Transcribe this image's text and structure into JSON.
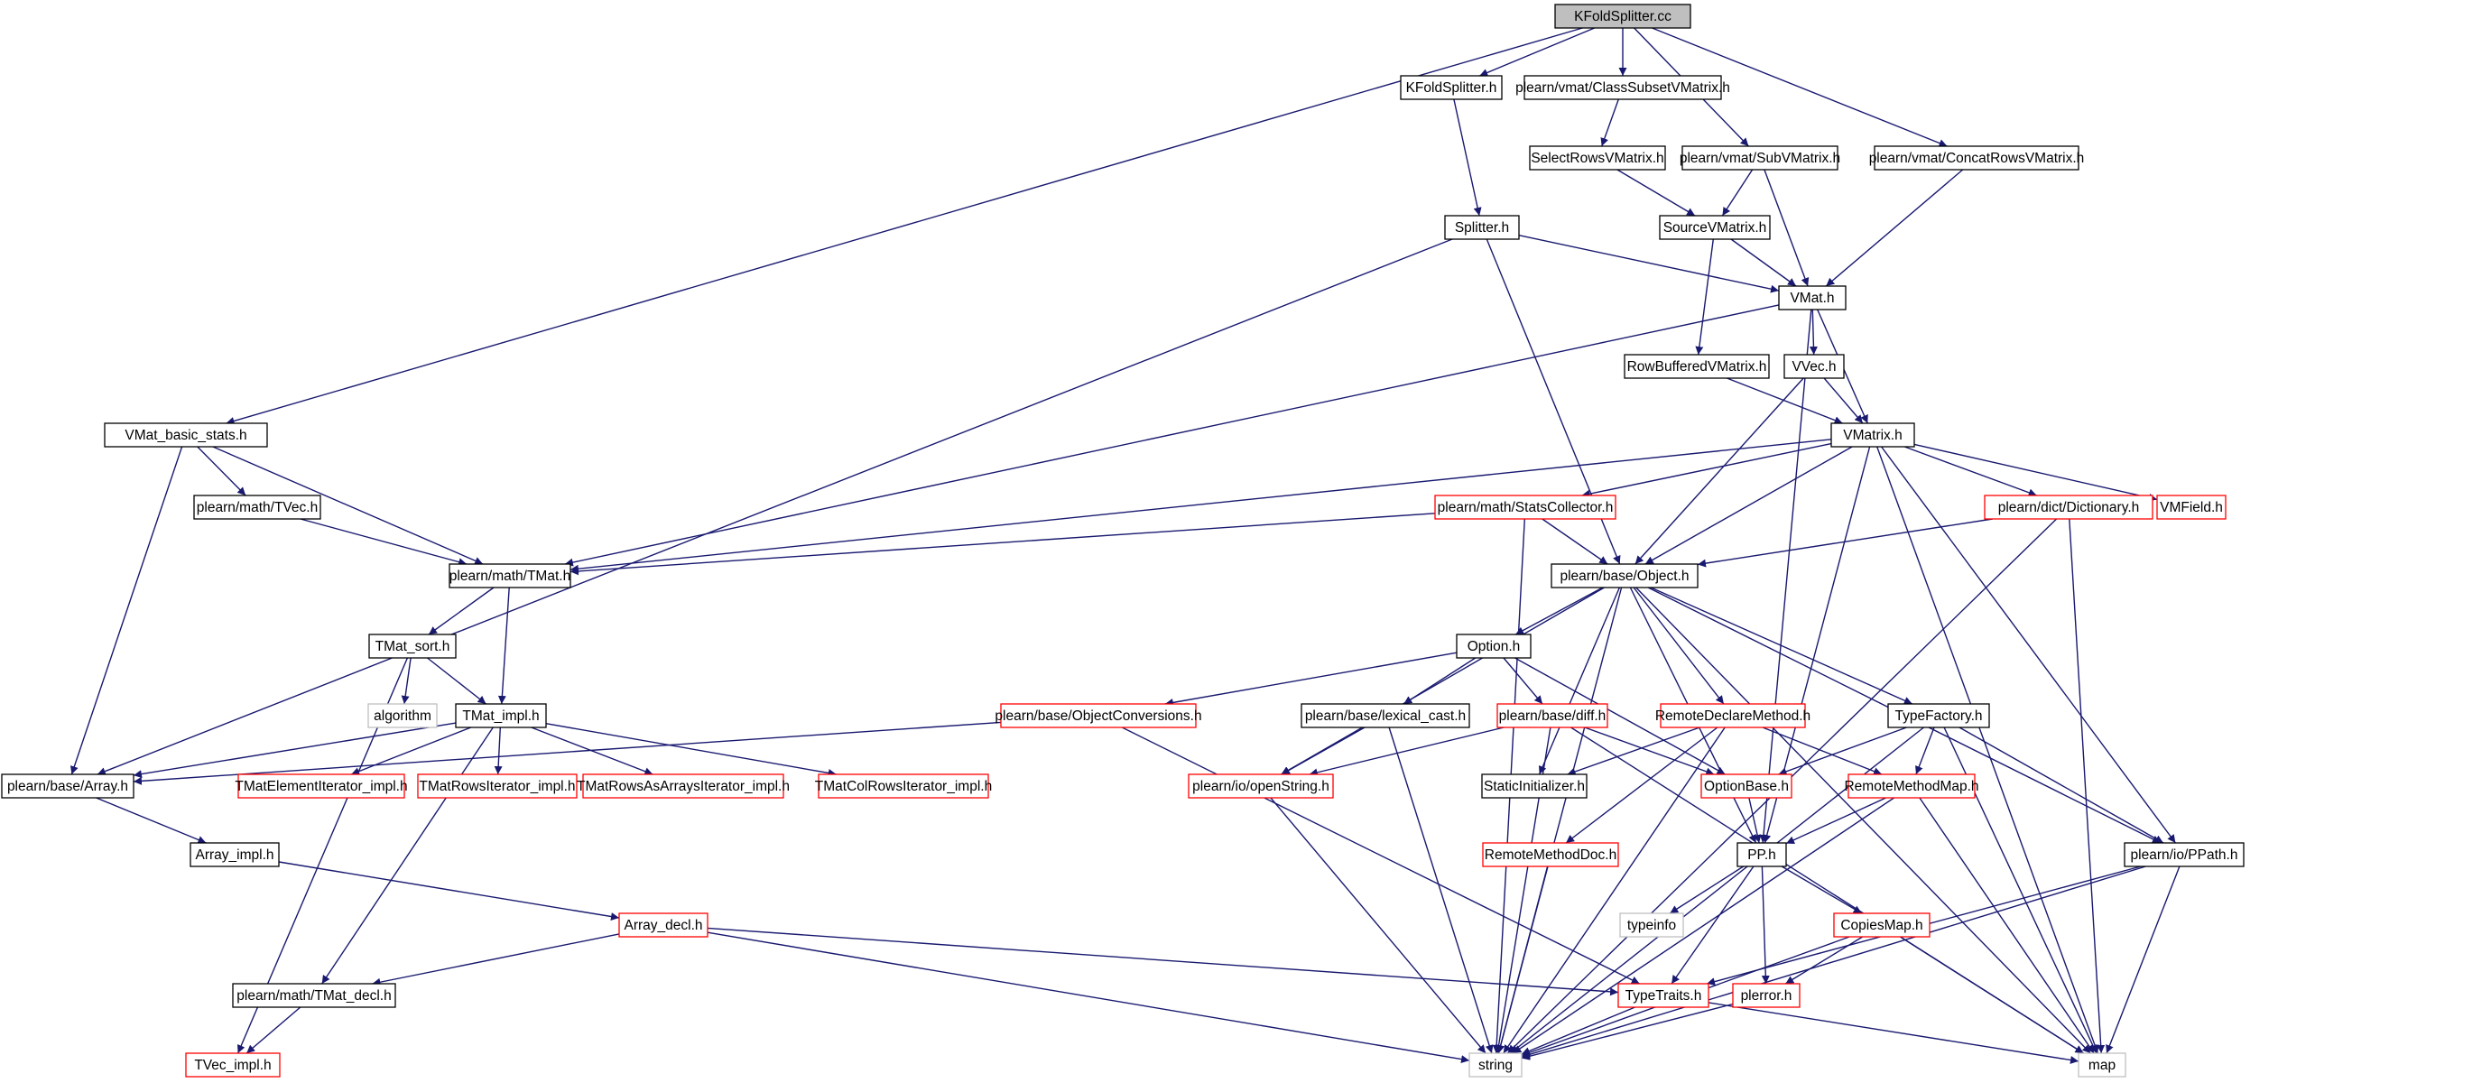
{
  "colors": {
    "edge": "#191970",
    "node_border": "#000000",
    "node_red": "#ff0000",
    "node_gray": "#bfbfbf",
    "root_fill": "#bfbfbf",
    "text": "#000000"
  },
  "nodes": [
    {
      "id": "root",
      "label": "KFoldSplitter.cc",
      "style": "root"
    },
    {
      "id": "kfold_h",
      "label": "KFoldSplitter.h",
      "style": "black"
    },
    {
      "id": "class_subset",
      "label": "plearn/vmat/ClassSubsetVMatrix.h",
      "style": "black"
    },
    {
      "id": "select_rows",
      "label": "SelectRowsVMatrix.h",
      "style": "black"
    },
    {
      "id": "sub_vmatrix",
      "label": "plearn/vmat/SubVMatrix.h",
      "style": "black"
    },
    {
      "id": "concat_rows",
      "label": "plearn/vmat/ConcatRowsVMatrix.h",
      "style": "black"
    },
    {
      "id": "splitter_h",
      "label": "Splitter.h",
      "style": "black"
    },
    {
      "id": "source_vmatrix",
      "label": "SourceVMatrix.h",
      "style": "black"
    },
    {
      "id": "vmat_h",
      "label": "VMat.h",
      "style": "black"
    },
    {
      "id": "rowbuffered",
      "label": "RowBufferedVMatrix.h",
      "style": "black"
    },
    {
      "id": "vvec",
      "label": "VVec.h",
      "style": "black"
    },
    {
      "id": "vmat_basic",
      "label": "VMat_basic_stats.h",
      "style": "black"
    },
    {
      "id": "vmatrix",
      "label": "VMatrix.h",
      "style": "black"
    },
    {
      "id": "tvec",
      "label": "plearn/math/TVec.h",
      "style": "black"
    },
    {
      "id": "statscol",
      "label": "plearn/math/StatsCollector.h",
      "style": "red"
    },
    {
      "id": "dictionary",
      "label": "plearn/dict/Dictionary.h",
      "style": "red"
    },
    {
      "id": "vmfield",
      "label": "VMField.h",
      "style": "red"
    },
    {
      "id": "tmat",
      "label": "plearn/math/TMat.h",
      "style": "black"
    },
    {
      "id": "object",
      "label": "plearn/base/Object.h",
      "style": "black"
    },
    {
      "id": "tmat_sort",
      "label": "TMat_sort.h",
      "style": "black"
    },
    {
      "id": "option",
      "label": "Option.h",
      "style": "black"
    },
    {
      "id": "algorithm",
      "label": "algorithm",
      "style": "gray"
    },
    {
      "id": "tmat_impl",
      "label": "TMat_impl.h",
      "style": "black"
    },
    {
      "id": "objconv",
      "label": "plearn/base/ObjectConversions.h",
      "style": "red"
    },
    {
      "id": "lexical",
      "label": "plearn/base/lexical_cast.h",
      "style": "black"
    },
    {
      "id": "diff",
      "label": "plearn/base/diff.h",
      "style": "red"
    },
    {
      "id": "remotedecl",
      "label": "RemoteDeclareMethod.h",
      "style": "red"
    },
    {
      "id": "typefactory",
      "label": "TypeFactory.h",
      "style": "black"
    },
    {
      "id": "array_h",
      "label": "plearn/base/Array.h",
      "style": "black"
    },
    {
      "id": "tmat_elem",
      "label": "TMatElementIterator_impl.h",
      "style": "red"
    },
    {
      "id": "tmat_rows",
      "label": "TMatRowsIterator_impl.h",
      "style": "red"
    },
    {
      "id": "tmat_rowsarr",
      "label": "TMatRowsAsArraysIterator_impl.h",
      "style": "red"
    },
    {
      "id": "tmat_col",
      "label": "TMatColRowsIterator_impl.h",
      "style": "red"
    },
    {
      "id": "openstring",
      "label": "plearn/io/openString.h",
      "style": "red"
    },
    {
      "id": "staticinit",
      "label": "StaticInitializer.h",
      "style": "black"
    },
    {
      "id": "optionbase",
      "label": "OptionBase.h",
      "style": "red"
    },
    {
      "id": "remotemap",
      "label": "RemoteMethodMap.h",
      "style": "red"
    },
    {
      "id": "array_impl",
      "label": "Array_impl.h",
      "style": "black"
    },
    {
      "id": "remotedoc",
      "label": "RemoteMethodDoc.h",
      "style": "red"
    },
    {
      "id": "pp",
      "label": "PP.h",
      "style": "black"
    },
    {
      "id": "ppath",
      "label": "plearn/io/PPath.h",
      "style": "black"
    },
    {
      "id": "typeinfo",
      "label": "typeinfo",
      "style": "gray"
    },
    {
      "id": "copiesmap",
      "label": "CopiesMap.h",
      "style": "red"
    },
    {
      "id": "array_decl",
      "label": "Array_decl.h",
      "style": "red"
    },
    {
      "id": "tmat_decl",
      "label": "plearn/math/TMat_decl.h",
      "style": "black"
    },
    {
      "id": "typetraits",
      "label": "TypeTraits.h",
      "style": "red"
    },
    {
      "id": "plerror",
      "label": "plerror.h",
      "style": "red"
    },
    {
      "id": "tvec_impl",
      "label": "TVec_impl.h",
      "style": "red"
    },
    {
      "id": "string",
      "label": "string",
      "style": "gray"
    },
    {
      "id": "map",
      "label": "map",
      "style": "gray"
    }
  ],
  "edges": [
    [
      "root",
      "kfold_h"
    ],
    [
      "root",
      "class_subset"
    ],
    [
      "root",
      "sub_vmatrix"
    ],
    [
      "root",
      "concat_rows"
    ],
    [
      "root",
      "vmat_basic"
    ],
    [
      "kfold_h",
      "splitter_h"
    ],
    [
      "class_subset",
      "select_rows"
    ],
    [
      "select_rows",
      "source_vmatrix"
    ],
    [
      "sub_vmatrix",
      "source_vmatrix"
    ],
    [
      "sub_vmatrix",
      "vmat_h"
    ],
    [
      "concat_rows",
      "vmat_h"
    ],
    [
      "splitter_h",
      "vmat_h"
    ],
    [
      "splitter_h",
      "array_h"
    ],
    [
      "splitter_h",
      "object"
    ],
    [
      "source_vmatrix",
      "vmat_h"
    ],
    [
      "source_vmatrix",
      "rowbuffered"
    ],
    [
      "vmat_h",
      "vvec"
    ],
    [
      "vmat_h",
      "vmatrix"
    ],
    [
      "vmat_h",
      "tmat"
    ],
    [
      "vmat_h",
      "pp"
    ],
    [
      "rowbuffered",
      "vmatrix"
    ],
    [
      "vvec",
      "vmatrix"
    ],
    [
      "vvec",
      "object"
    ],
    [
      "vmat_basic",
      "tvec"
    ],
    [
      "vmat_basic",
      "tmat"
    ],
    [
      "vmat_basic",
      "array_h"
    ],
    [
      "vmatrix",
      "statscol"
    ],
    [
      "vmatrix",
      "dictionary"
    ],
    [
      "vmatrix",
      "vmfield"
    ],
    [
      "vmatrix",
      "tmat"
    ],
    [
      "vmatrix",
      "object"
    ],
    [
      "vmatrix",
      "pp"
    ],
    [
      "vmatrix",
      "ppath"
    ],
    [
      "vmatrix",
      "map"
    ],
    [
      "tvec",
      "tmat"
    ],
    [
      "statscol",
      "object"
    ],
    [
      "statscol",
      "tmat"
    ],
    [
      "statscol",
      "string"
    ],
    [
      "dictionary",
      "object"
    ],
    [
      "dictionary",
      "string"
    ],
    [
      "dictionary",
      "map"
    ],
    [
      "tmat",
      "tmat_sort"
    ],
    [
      "tmat",
      "tmat_impl"
    ],
    [
      "object",
      "option"
    ],
    [
      "object",
      "openstring"
    ],
    [
      "object",
      "remotedecl"
    ],
    [
      "object",
      "typefactory"
    ],
    [
      "object",
      "staticinit"
    ],
    [
      "object",
      "ppath"
    ],
    [
      "object",
      "pp"
    ],
    [
      "object",
      "string"
    ],
    [
      "object",
      "map"
    ],
    [
      "tmat_sort",
      "algorithm"
    ],
    [
      "tmat_sort",
      "tmat_impl"
    ],
    [
      "tmat_sort",
      "tvec_impl"
    ],
    [
      "option",
      "objconv"
    ],
    [
      "option",
      "lexical"
    ],
    [
      "option",
      "diff"
    ],
    [
      "option",
      "optionbase"
    ],
    [
      "tmat_impl",
      "tmat_elem"
    ],
    [
      "tmat_impl",
      "tmat_rows"
    ],
    [
      "tmat_impl",
      "tmat_rowsarr"
    ],
    [
      "tmat_impl",
      "tmat_col"
    ],
    [
      "tmat_impl",
      "array_h"
    ],
    [
      "tmat_impl",
      "tmat_decl"
    ],
    [
      "objconv",
      "array_h"
    ],
    [
      "objconv",
      "typetraits"
    ],
    [
      "lexical",
      "openstring"
    ],
    [
      "lexical",
      "string"
    ],
    [
      "diff",
      "openstring"
    ],
    [
      "diff",
      "optionbase"
    ],
    [
      "diff",
      "string"
    ],
    [
      "diff",
      "map"
    ],
    [
      "remotedecl",
      "staticinit"
    ],
    [
      "remotedecl",
      "remotemap"
    ],
    [
      "remotedecl",
      "remotedoc"
    ],
    [
      "remotedecl",
      "string"
    ],
    [
      "typefactory",
      "optionbase"
    ],
    [
      "typefactory",
      "remotemap"
    ],
    [
      "typefactory",
      "ppath"
    ],
    [
      "typefactory",
      "map"
    ],
    [
      "typefactory",
      "string"
    ],
    [
      "array_h",
      "array_impl"
    ],
    [
      "openstring",
      "string"
    ],
    [
      "optionbase",
      "pp"
    ],
    [
      "remotemap",
      "pp"
    ],
    [
      "remotemap",
      "map"
    ],
    [
      "remotemap",
      "string"
    ],
    [
      "array_impl",
      "array_decl"
    ],
    [
      "remotedoc",
      "string"
    ],
    [
      "pp",
      "typeinfo"
    ],
    [
      "pp",
      "copiesmap"
    ],
    [
      "pp",
      "typetraits"
    ],
    [
      "pp",
      "plerror"
    ],
    [
      "ppath",
      "typetraits"
    ],
    [
      "ppath",
      "string"
    ],
    [
      "ppath",
      "map"
    ],
    [
      "copiesmap",
      "plerror"
    ],
    [
      "copiesmap",
      "map"
    ],
    [
      "copiesmap",
      "string"
    ],
    [
      "array_decl",
      "tmat_decl"
    ],
    [
      "array_decl",
      "typetraits"
    ],
    [
      "array_decl",
      "string"
    ],
    [
      "tmat_decl",
      "tvec_impl"
    ],
    [
      "typetraits",
      "string"
    ],
    [
      "typetraits",
      "map"
    ],
    [
      "plerror",
      "string"
    ]
  ]
}
